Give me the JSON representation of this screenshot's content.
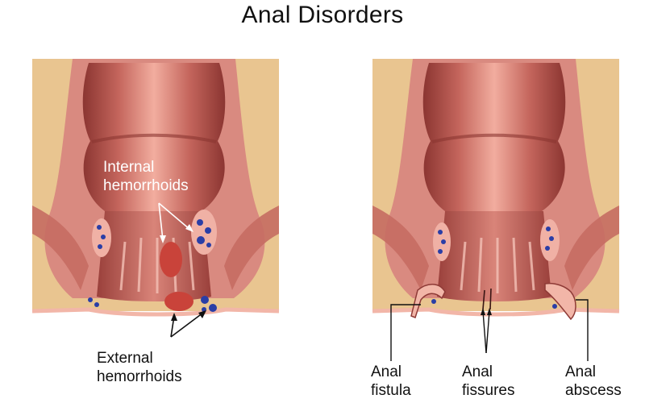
{
  "title": "Anal Disorders",
  "left_panel": {
    "internal_label": [
      "Internal",
      "hemorrhoids"
    ],
    "external_label": [
      "External",
      "hemorrhoids"
    ]
  },
  "right_panel": {
    "fistula_label": [
      "Anal",
      "fistula"
    ],
    "fissures_label": [
      "Anal",
      "fissures"
    ],
    "abscess_label": [
      "Anal",
      "abscess"
    ]
  },
  "colors": {
    "background_tissue": "#e9c590",
    "muscle": "#d98a80",
    "wall_dark": "#8e3a36",
    "lumen_light": "#f0a99a",
    "vein_blue": "#2a3ea6",
    "hemorrhoid_red": "#c9433a"
  }
}
